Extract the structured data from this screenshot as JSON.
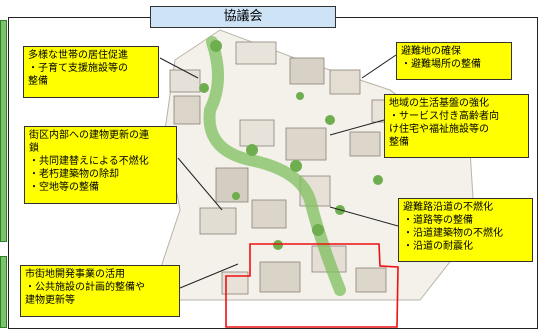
{
  "header": {
    "title": "協議会"
  },
  "callouts": {
    "diverse": {
      "lines": [
        "多様な世帯の居住促進",
        "・子育て支援施設等の",
        "整備"
      ]
    },
    "evacuation_site": {
      "lines": [
        "避難地の確保",
        "・避難場所の整備"
      ]
    },
    "living_base": {
      "lines": [
        "地域の生活基盤の強化",
        "・サービス付き高齢者向",
        "け住宅や福祉施設等の",
        "整備"
      ]
    },
    "block_renewal": {
      "lines": [
        "街区内部への建物更新の連",
        "鎖",
        "・共同建替えによる不燃化",
        "・老朽建築物の除却",
        "・空地等の整備"
      ]
    },
    "evac_route": {
      "lines": [
        "避難路沿道の不燃化",
        "・道路等の整備",
        "・沿道建築物の不燃化",
        "・沿道の耐震化"
      ]
    },
    "redevelopment": {
      "lines": [
        "市街地開発事業の活用",
        "・公共施設の計画的整備や",
        "建物更新等"
      ]
    }
  },
  "colors": {
    "callout_fill": "#ffff00",
    "header_fill": "#cfe3f7",
    "green_bar": "#7cc46a",
    "red_outline": "#ee1111"
  }
}
